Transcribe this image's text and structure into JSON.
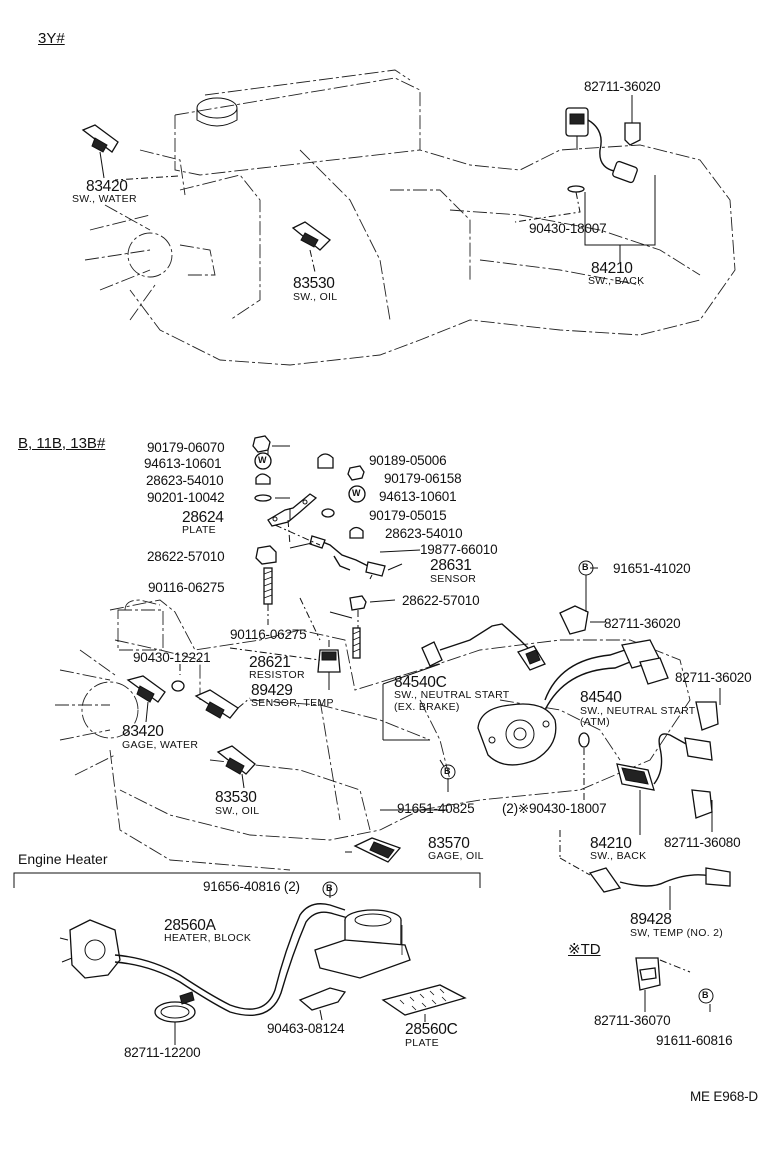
{
  "sections": {
    "engine_3y": "3Y#",
    "engine_b": "B, 11B, 13B#",
    "engine_heater": "Engine Heater",
    "td": "※TD"
  },
  "footer_code": "ME E968-D",
  "section_3y": {
    "p82711_36020": "82711-36020",
    "p83420": "83420",
    "p83420_desc": "SW., WATER",
    "p83530": "83530",
    "p83530_desc": "SW., OIL",
    "p90430_18007": "90430-18007",
    "p84210": "84210",
    "p84210_desc": "SW., BACK"
  },
  "section_b": {
    "p90179_06070": "90179-06070",
    "p94613_10601": "94613-10601",
    "p28623_54010": "28623-54010",
    "p90201_10042": "90201-10042",
    "p28624": "28624",
    "p28624_desc": "PLATE",
    "p28622_57010_left": "28622-57010",
    "p90116_06275_a": "90116-06275",
    "p90430_12221": "90430-12221",
    "p90116_06275_b": "90116-06275",
    "p28621": "28621",
    "p28621_desc": "RESISTOR",
    "p89429": "89429",
    "p89429_desc": "SENSOR, TEMP",
    "p83420": "83420",
    "p83420_desc": "GAGE, WATER",
    "p83530": "83530",
    "p83530_desc": "SW., OIL",
    "p90189_05006": "90189-05006",
    "p90179_06158": "90179-06158",
    "p94613_10601_r": "94613-10601",
    "p90179_05015": "90179-05015",
    "p28623_54010_r": "28623-54010",
    "p19877_66010": "19877-66010",
    "p28631": "28631",
    "p28631_desc": "SENSOR",
    "p28622_57010_right": "28622-57010",
    "p91651_41020": "91651-41020",
    "p82711_36020_a": "82711-36020",
    "p82711_36020_b": "82711-36020",
    "p84540C": "84540C",
    "p84540C_desc1": "SW., NEUTRAL START",
    "p84540C_desc2": "(EX. BRAKE)",
    "p84540": "84540",
    "p84540_desc1": "SW., NEUTRAL START",
    "p84540_desc2": "(ATM)",
    "p91651_40825": "91651-40825",
    "p90430_18007": "(2)※90430-18007",
    "p84210": "84210",
    "p84210_desc": "SW., BACK",
    "p82711_36080": "82711-36080",
    "p83570": "83570",
    "p83570_desc": "GAGE, OIL"
  },
  "section_heater": {
    "p91656_40816": "91656-40816 (2)",
    "p28560A": "28560A",
    "p28560A_desc": "HEATER, BLOCK",
    "p90463_08124": "90463-08124",
    "p28560C": "28560C",
    "p28560C_desc": "PLATE",
    "p82711_12200": "82711-12200"
  },
  "section_td": {
    "p89428": "89428",
    "p89428_desc": "SW, TEMP (NO. 2)",
    "p82711_36070": "82711-36070",
    "p91611_60816": "91611-60816"
  },
  "symbols": {
    "bolt": "B",
    "washer": "W"
  }
}
